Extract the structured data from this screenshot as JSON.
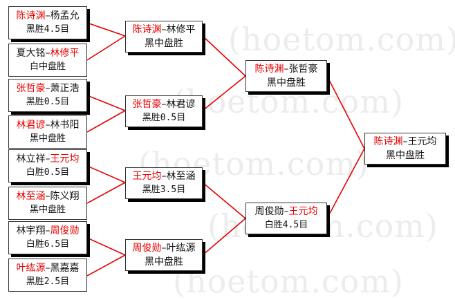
{
  "watermark": "(hoetom.com)",
  "matches": {
    "r1_1": {
      "p1": "陈诗渊",
      "sep": "–",
      "p2": "杨孟允",
      "result": "黑胜4.5目",
      "winner": "p1"
    },
    "r1_2": {
      "p1": "夏大铭",
      "sep": "–",
      "p2": "林修平",
      "result": "白中盘胜",
      "winner": "p2"
    },
    "r1_3": {
      "p1": "张哲豪",
      "sep": "–",
      "p2": "萧正浩",
      "result": "黑胜0.5目",
      "winner": "p1"
    },
    "r1_4": {
      "p1": "林君谚",
      "sep": "–",
      "p2": "林书阳",
      "result": "黑中盘胜",
      "winner": "p1"
    },
    "r1_5": {
      "p1": "林立祥",
      "sep": "–",
      "p2": "王元均",
      "result": "白胜0.5目",
      "winner": "p2"
    },
    "r1_6": {
      "p1": "林至涵",
      "sep": "–",
      "p2": "陈义翔",
      "result": "黑中盘胜",
      "winner": "p1"
    },
    "r1_7": {
      "p1": "林宇翔",
      "sep": "–",
      "p2": "周俊勋",
      "result": "白胜6.5目",
      "winner": "p2"
    },
    "r1_8": {
      "p1": "叶纮源",
      "sep": "–",
      "p2": "黑嘉嘉",
      "result": "黑胜2.5目",
      "winner": "p1"
    },
    "r2_1": {
      "p1": "陈诗渊",
      "sep": "–",
      "p2": "林修平",
      "result": "黑中盘胜",
      "winner": "p1"
    },
    "r2_2": {
      "p1": "张哲豪",
      "sep": "–",
      "p2": "林君谚",
      "result": "黑胜0.5目",
      "winner": "p1"
    },
    "r2_3": {
      "p1": "王元均",
      "sep": "–",
      "p2": "林至涵",
      "result": "黑胜3.5目",
      "winner": "p1"
    },
    "r2_4": {
      "p1": "周俊勋",
      "sep": "–",
      "p2": "叶纮源",
      "result": "黑中盘胜",
      "winner": "p1"
    },
    "r3_1": {
      "p1": "陈诗渊",
      "sep": "–",
      "p2": "张哲豪",
      "result": "黑中盘胜",
      "winner": "p1"
    },
    "r3_2": {
      "p1": "周俊勋",
      "sep": "–",
      "p2": "王元均",
      "result": "白胜4.5目",
      "winner": "p2"
    },
    "final": {
      "p1": "陈诗渊",
      "sep": "–",
      "p2": "王元均",
      "result": "黑中盘胜",
      "winner": "p1"
    }
  },
  "colors": {
    "winner": "#e60000",
    "line": "#e60000",
    "border": "#333333"
  }
}
